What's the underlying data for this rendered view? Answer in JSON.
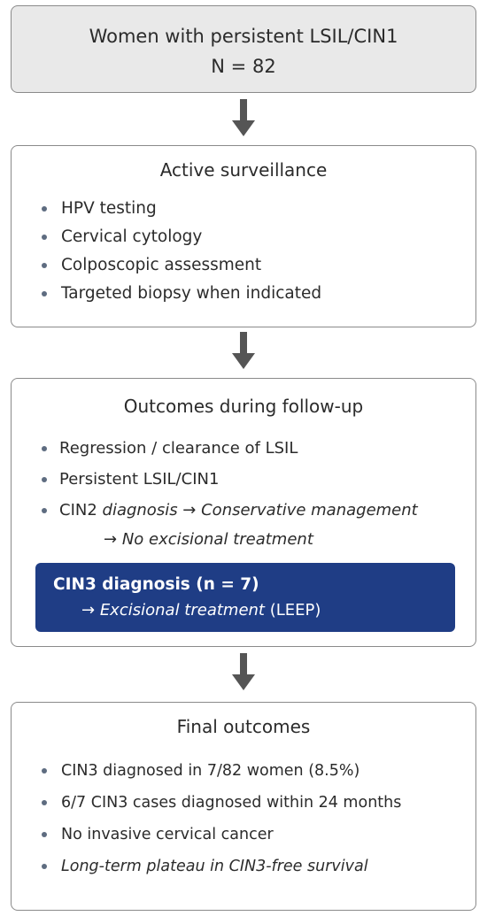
{
  "box1": {
    "title": "Women with persistent LSIL/CIN1",
    "count": "N = 82"
  },
  "box2": {
    "title": "Active surveillance",
    "items": [
      "HPV testing",
      "Cervical cytology",
      "Colposcopic assessment",
      "Targeted biopsy when indicated"
    ]
  },
  "box3": {
    "title": "Outcomes during follow-up",
    "items": [
      "Regression / clearance of LSIL",
      "Persistent LSIL/CIN1"
    ],
    "cin2": {
      "label": "CIN2 ",
      "diagnosis": "diagnosis",
      "arrow1": " → ",
      "management": "Conservative management",
      "arrow2": "→ ",
      "no_excision": "No excisional treatment"
    },
    "cin3": {
      "title": "CIN3 diagnosis (n = 7)",
      "arrow": "→ ",
      "treatment": "Excisional treatment",
      "leep": " (LEEP)"
    }
  },
  "box4": {
    "title": "Final outcomes",
    "items": [
      "CIN3 diagnosed in 7/82 women (8.5%)",
      "6/7 CIN3 cases diagnosed within 24 months",
      "No invasive cervical cancer",
      "Long-term plateau in CIN3-free survival"
    ]
  },
  "colors": {
    "highlight": "#1f3d85",
    "arrow": "#555555",
    "header_fill": "#e9e9e9",
    "border": "#8a8a8a"
  }
}
